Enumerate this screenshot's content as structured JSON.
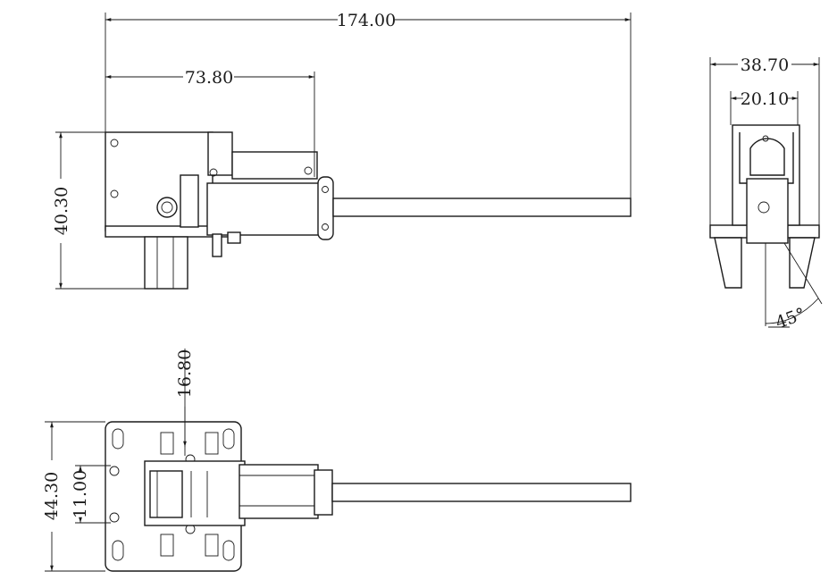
{
  "drawing": {
    "dimensions": {
      "overall_length": "174.00",
      "body_length": "73.80",
      "height": "40.30",
      "side_width_outer": "38.70",
      "side_width_inner": "20.10",
      "side_angle": "45°",
      "top_offset": "16.80",
      "bottom_width": "44.30",
      "hole_spacing": "11.00"
    }
  }
}
